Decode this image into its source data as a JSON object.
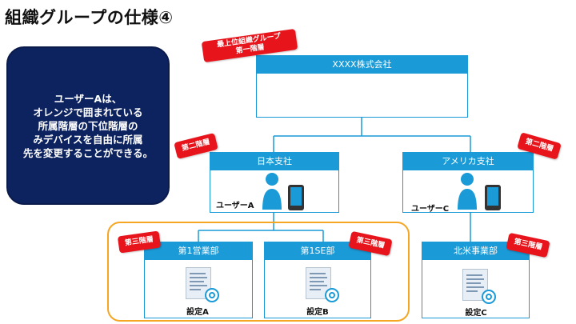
{
  "title": "組織グループの仕様④",
  "callout": "ユーザーAは、\nオレンジで囲まれている\n所属階層の下位階層の\nみデバイスを自由に所属\n先を変更することができる。",
  "nodes": {
    "root": "XXXX株式会社",
    "japan": "日本支社",
    "america": "アメリカ支社",
    "sales1": "第1営業部",
    "se1": "第1SE部",
    "na": "北米事業部"
  },
  "tags": {
    "top": "最上位組織グループ\n第一階層",
    "second_a": "第二階層",
    "second_b": "第二階層",
    "third_a": "第三階層",
    "third_b": "第三階層",
    "third_c": "第三階層"
  },
  "users": {
    "a": "ユーザーA",
    "c": "ユーザーC"
  },
  "settings": {
    "a": "設定A",
    "b": "設定B",
    "c": "設定C"
  },
  "colors": {
    "node_blue": "#1a9ad6",
    "tag_red": "#e8141b",
    "callout_navy": "#0d2360",
    "highlight_orange": "#f5a623"
  }
}
